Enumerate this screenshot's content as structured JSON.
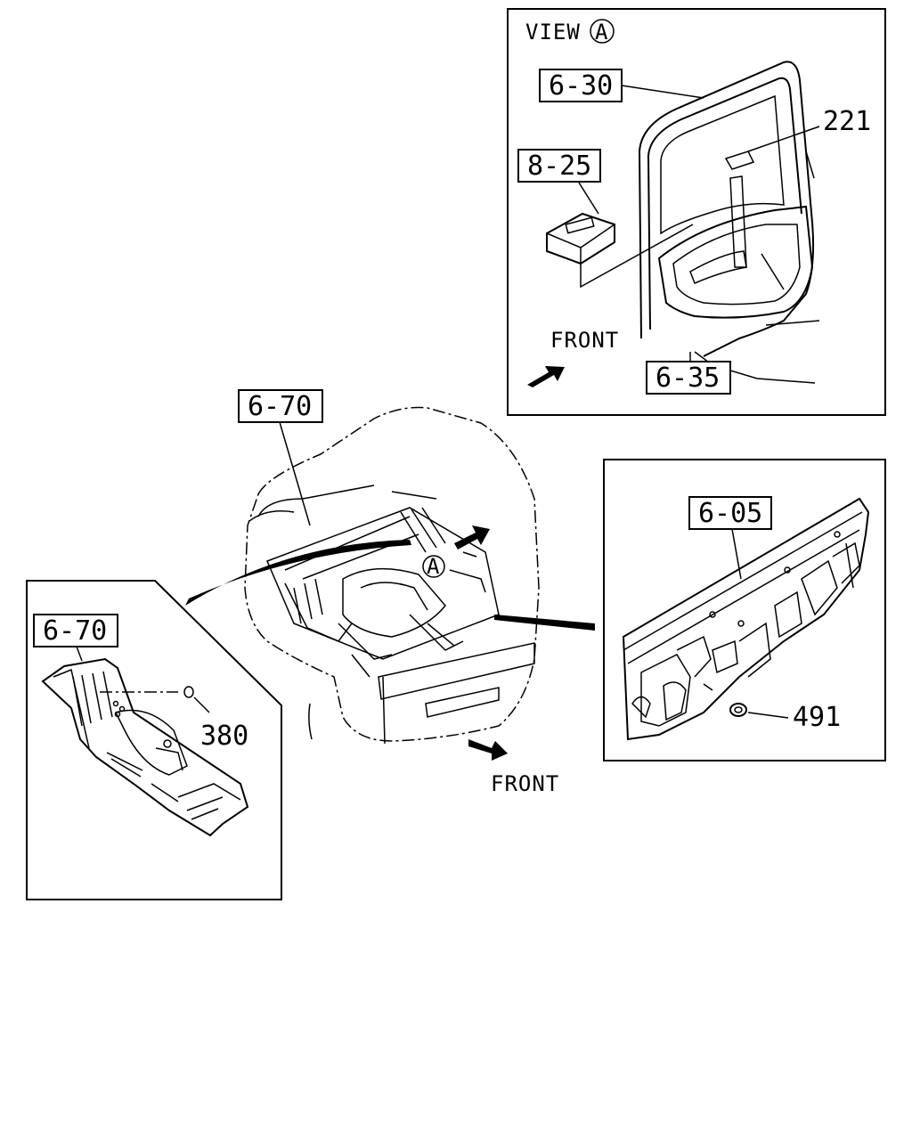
{
  "view_a": {
    "title": "VIEW",
    "marker": "A",
    "front_label": "FRONT",
    "callouts": {
      "door_panel": "6-30",
      "switch_assy": "8-25",
      "clip": "221",
      "weatherstrip": "6-35"
    }
  },
  "main": {
    "floor_label": "6-70",
    "marker": "A",
    "front_label": "FRONT"
  },
  "inset_left": {
    "floor_label": "6-70",
    "plug": "380"
  },
  "inset_right": {
    "dash_panel": "6-05",
    "grommet": "491"
  }
}
